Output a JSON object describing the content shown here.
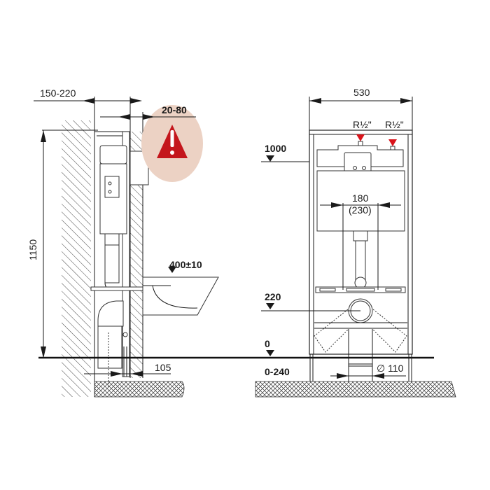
{
  "colors": {
    "line": "#1a1a1a",
    "warning_circle": "#ecd2c4",
    "warning_triangle": "#c4161c",
    "valve_marker": "#d9141b",
    "background": "#ffffff"
  },
  "side_view": {
    "dim_wall_depth": "150-220",
    "dim_cladding": "20-80",
    "dim_height": "1150",
    "dim_seat_height": "400±10",
    "dim_bottom_offset": "105",
    "warning_icon": "warning-triangle-exclamation"
  },
  "front_view": {
    "dim_width": "530",
    "inlet_left": "R½\"",
    "inlet_right": "R½\"",
    "level_1000": "1000",
    "dim_bolt_spacing": "180",
    "dim_bolt_spacing_alt": "(230)",
    "level_220": "220",
    "level_0": "0",
    "dim_floor_range": "0-240",
    "dim_drain_diameter": "∅ 110"
  }
}
